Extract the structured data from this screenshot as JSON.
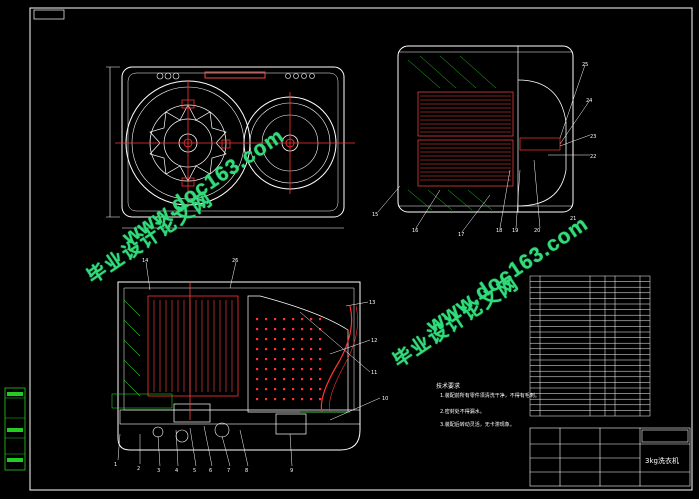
{
  "drawing": {
    "frame_tag": "",
    "title_block": {
      "product_title": "3kg洗衣机",
      "scale": "",
      "sheet_id": ""
    },
    "callouts": [
      "1",
      "2",
      "3",
      "4",
      "5",
      "6",
      "7",
      "8",
      "9",
      "10",
      "11",
      "12",
      "13",
      "14",
      "15",
      "16",
      "17",
      "18",
      "19",
      "20",
      "21",
      "22",
      "23",
      "24",
      "25",
      "26"
    ],
    "notes_title": "技术要求",
    "notes": [
      "1.装配前所有零件须清洗干净，不得有毛刺。",
      "2.密封处不得漏水。",
      "3.装配后转动灵活，无卡滞现象。"
    ]
  },
  "watermarks": {
    "zh": "毕业设计论文网",
    "url": "www.doc163.com"
  },
  "colors": {
    "background": "#000000",
    "outline": "#ffffff",
    "detail": "#ff3333",
    "section": "#33cc33",
    "watermark": "#35d97a",
    "hatch": "#ff4444"
  }
}
